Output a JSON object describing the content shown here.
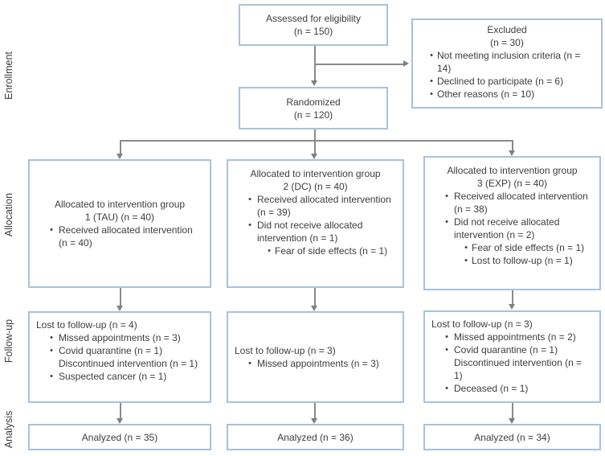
{
  "diagram": {
    "type": "consort-flow-diagram",
    "bullet_char": "•",
    "colors": {
      "box_border": "#a9c1dd",
      "box_fill": "#ffffff",
      "text": "#3d3d3d",
      "arrow": "#808080"
    },
    "stage_labels": [
      "Enrollment",
      "Allocation",
      "Follow-up",
      "Analysis"
    ],
    "boxes": {
      "assessed": {
        "line1": "Assessed for eligibility",
        "line2": "(n = 150)"
      },
      "excluded": {
        "title_line1": "Excluded",
        "title_line2": "(n = 30)",
        "items": [
          {
            "text": "Not meeting inclusion criteria (n = 14)"
          },
          {
            "text": "Declined to participate (n = 6)"
          },
          {
            "text": "Other reasons (n = 10)"
          }
        ]
      },
      "randomized": {
        "line1": "Randomized",
        "line2": "(n = 120)"
      },
      "alloc1": {
        "title_line1": "Allocated to intervention group",
        "title_line2": "1 (TAU) (n = 40)",
        "items": [
          {
            "text": "Received allocated intervention (n = 40)"
          }
        ]
      },
      "alloc2": {
        "title_line1": "Allocated to intervention group",
        "title_line2": "2 (DC) (n = 40)",
        "items": [
          {
            "text": "Received allocated intervention (n = 39)"
          },
          {
            "text": "Did not receive allocated intervention (n = 1)"
          },
          {
            "text": "Fear of side effects (n = 1)"
          }
        ]
      },
      "alloc3": {
        "title_line1": "Allocated to intervention group",
        "title_line2": "3 (EXP) (n = 40)",
        "items": [
          {
            "text": "Received allocated intervention (n = 38)"
          },
          {
            "text": "Did not receive allocated intervention (n = 2)"
          },
          {
            "text": "Fear of side effects (n = 1)"
          },
          {
            "text": "Lost to follow-up (n = 1)"
          }
        ]
      },
      "followup1": {
        "header": "Lost to follow-up (n = 4)",
        "items": [
          {
            "text": "Missed appointments (n = 3)"
          },
          {
            "text": "Covid quarantine (n = 1)"
          },
          {
            "text": "Discontinued intervention (n = 1)"
          },
          {
            "text": "Suspected cancer (n = 1)"
          }
        ]
      },
      "followup2": {
        "header": "Lost to follow-up (n = 3)",
        "items": [
          {
            "text": "Missed appointments (n = 3)"
          }
        ]
      },
      "followup3": {
        "header": "Lost to follow-up (n = 3)",
        "items": [
          {
            "text": "Missed appointments (n = 2)"
          },
          {
            "text": "Covid quarantine (n = 1)"
          },
          {
            "text": "Discontinued intervention (n = 1)"
          },
          {
            "text": "Deceased (n = 1)"
          }
        ]
      },
      "analyzed1": {
        "text": "Analyzed (n = 35)"
      },
      "analyzed2": {
        "text": "Analyzed (n = 36)"
      },
      "analyzed3": {
        "text": "Analyzed (n = 34)"
      }
    }
  }
}
